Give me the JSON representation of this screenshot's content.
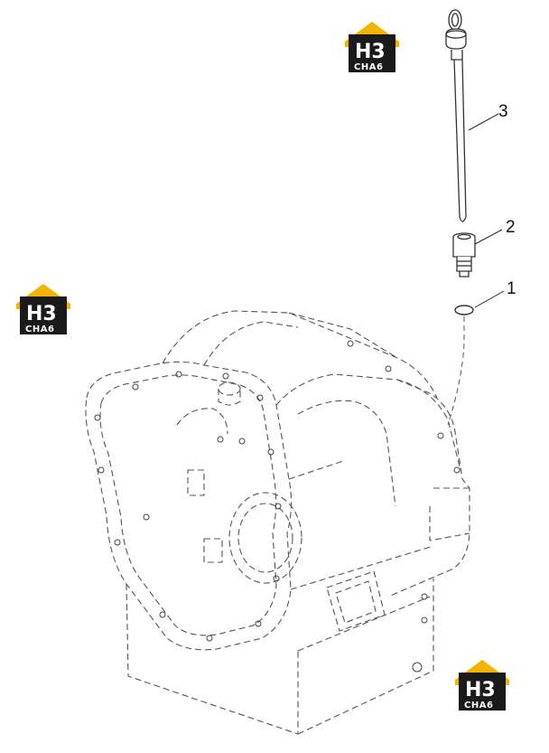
{
  "callouts": [
    {
      "id": "1",
      "label": "1"
    },
    {
      "id": "2",
      "label": "2"
    },
    {
      "id": "3",
      "label": "3"
    }
  ],
  "logo": {
    "big_text": "H3",
    "small_text": "CHA6",
    "colors": {
      "roof": "#f2b400",
      "body": "#1a1a1a",
      "text": "#ffffff"
    }
  },
  "colors": {
    "line": "#333333",
    "dash": "#555555",
    "background": "#ffffff"
  }
}
